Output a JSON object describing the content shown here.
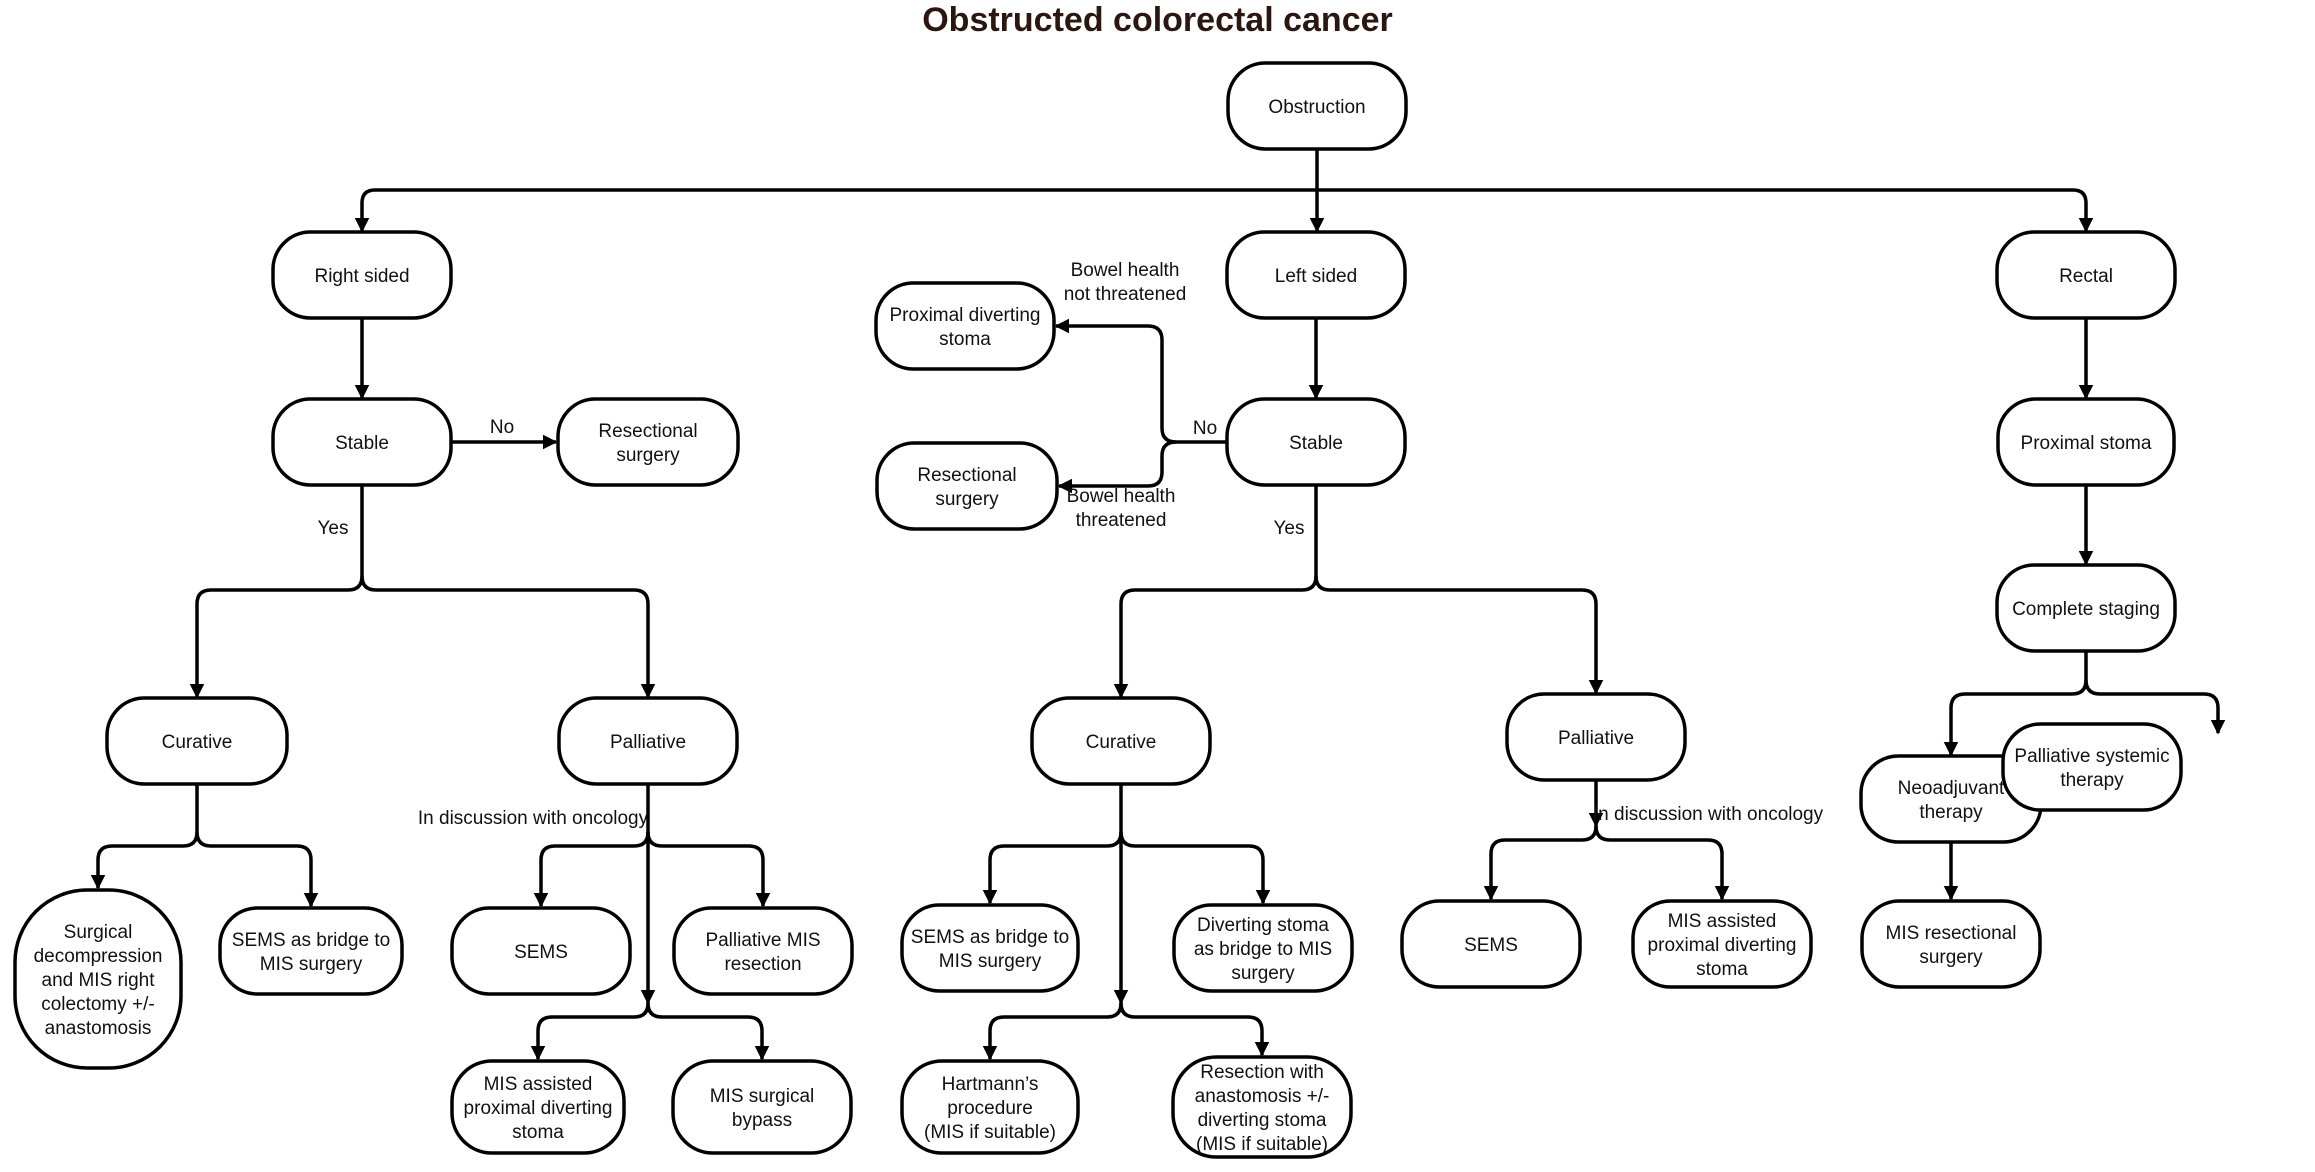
{
  "title": "Obstructed colorectal cancer",
  "nodes": {
    "obstruction": "Obstruction",
    "right_sided": "Right sided",
    "left_sided": "Left sided",
    "rectal": "Rectal",
    "right_stable": "Stable",
    "right_resectional": "Resectional\nsurgery",
    "right_curative": "Curative",
    "right_palliative": "Palliative",
    "surgical_decompression": "Surgical\ndecompression\nand MIS right\ncolectomy +/-\nanastomosis",
    "right_sems_bridge": "SEMS as bridge to\nMIS surgery",
    "right_sems": "SEMS",
    "palliative_mis_resection": "Palliative MIS\nresection",
    "right_mis_stoma": "MIS assisted\nproximal diverting\nstoma",
    "mis_surgical_bypass": "MIS surgical\nbypass",
    "proximal_diverting_stoma": "Proximal diverting\nstoma",
    "left_resectional": "Resectional\nsurgery",
    "left_stable": "Stable",
    "left_curative": "Curative",
    "left_palliative": "Palliative",
    "left_sems_bridge": "SEMS as bridge to\nMIS surgery",
    "diverting_stoma_bridge": "Diverting stoma\nas bridge to MIS\nsurgery",
    "hartmanns": "Hartmann’s\nprocedure\n(MIS if suitable)",
    "resection_anastomosis": "Resection with\nanastomosis +/-\ndiverting stoma\n(MIS if suitable)",
    "left_sems": "SEMS",
    "left_mis_stoma": "MIS assisted\nproximal diverting\nstoma",
    "proximal_stoma": "Proximal stoma",
    "complete_staging": "Complete staging",
    "neoadjuvant": "Neoadjuvant\ntherapy",
    "palliative_systemic": "Palliative systemic\ntherapy",
    "mis_resectional": "MIS resectional\nsurgery"
  },
  "labels": {
    "right_no": "No",
    "right_yes": "Yes",
    "left_no": "No",
    "left_yes": "Yes",
    "not_threatened": "Bowel health\nnot threatened",
    "threatened": "Bowel health\nthreatened",
    "right_oncology": "In discussion with oncology",
    "left_oncology": "In discussion with oncology"
  }
}
